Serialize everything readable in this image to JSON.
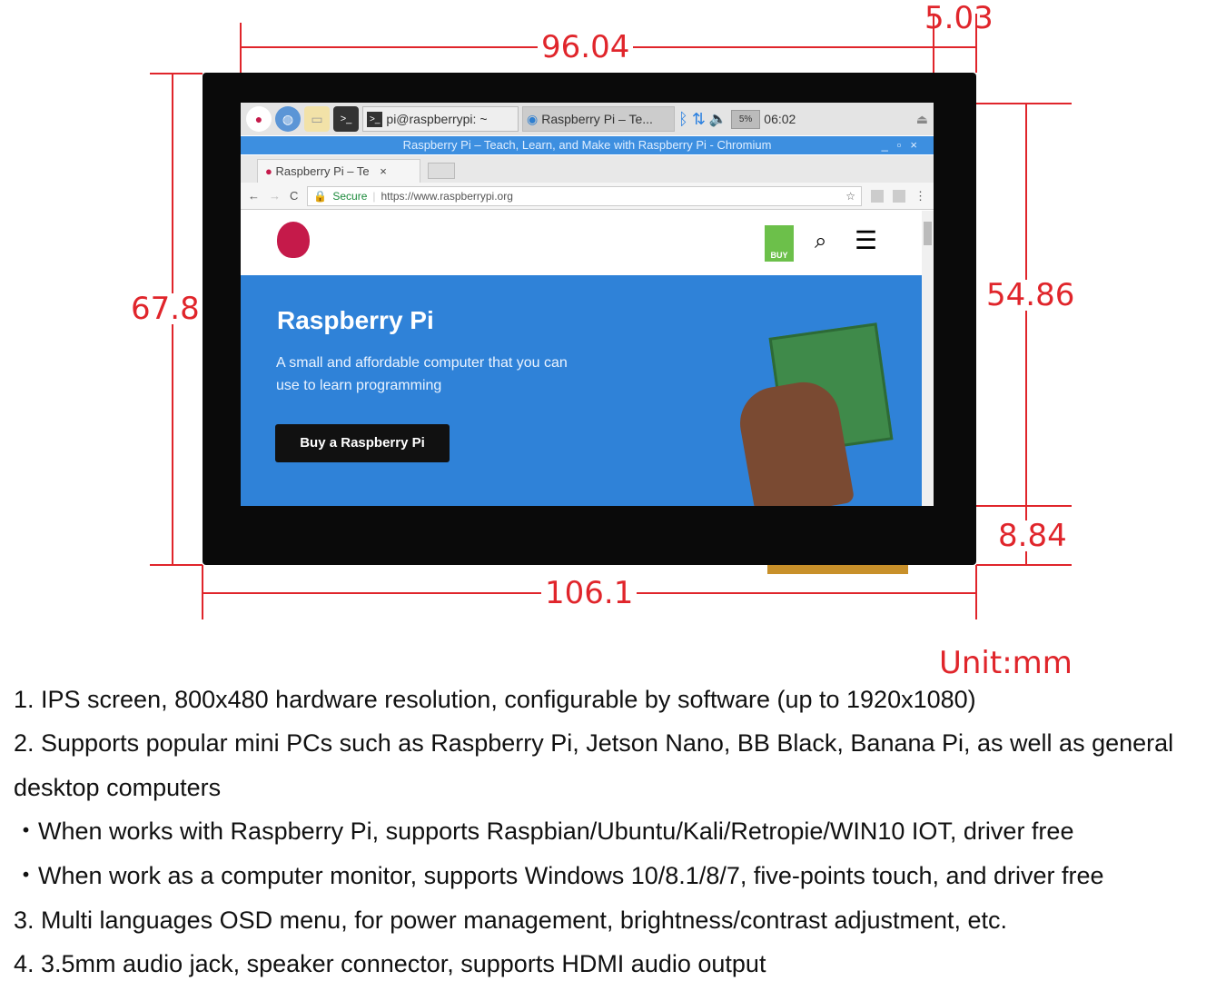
{
  "dimensions": {
    "screen_width": "96.04",
    "side_offset": "5.03",
    "total_height": "67.8",
    "screen_height": "54.86",
    "bottom_bezel": "8.84",
    "total_width": "106.1",
    "unit": "Unit:mm"
  },
  "taskbar": {
    "terminal_task": "pi@raspberrypi: ~",
    "browser_task": "Raspberry Pi – Te...",
    "cpu": "5%",
    "time": "06:02"
  },
  "browser": {
    "window_title": "Raspberry Pi – Teach, Learn, and Make with Raspberry Pi - Chromium",
    "tab_label": "Raspberry Pi – Te",
    "secure": "Secure",
    "url": "https://www.raspberrypi.org"
  },
  "website": {
    "buy_badge": "BUY",
    "heading": "Raspberry Pi",
    "subtitle_1": "A small and affordable computer that you can",
    "subtitle_2": "use to learn programming",
    "cta": "Buy a Raspberry Pi"
  },
  "features": [
    "1. IPS screen, 800x480 hardware resolution, configurable by software (up to 1920x1080)",
    "2. Supports popular mini PCs such as Raspberry Pi, Jetson Nano, BB Black, Banana Pi, as well as general",
    "desktop computers",
    "・When works with Raspberry Pi, supports Raspbian/Ubuntu/Kali/Retropie/WIN10 IOT, driver free",
    "・When work as a computer monitor, supports Windows 10/8.1/8/7, five-points touch, and driver free",
    "3. Multi languages OSD menu, for power management, brightness/contrast adjustment, etc.",
    "4. 3.5mm audio jack, speaker connector, supports HDMI audio output"
  ],
  "colors": {
    "dimension": "#e0252b",
    "hero": "#2f82d8",
    "titlebar": "#3d8fe0"
  }
}
